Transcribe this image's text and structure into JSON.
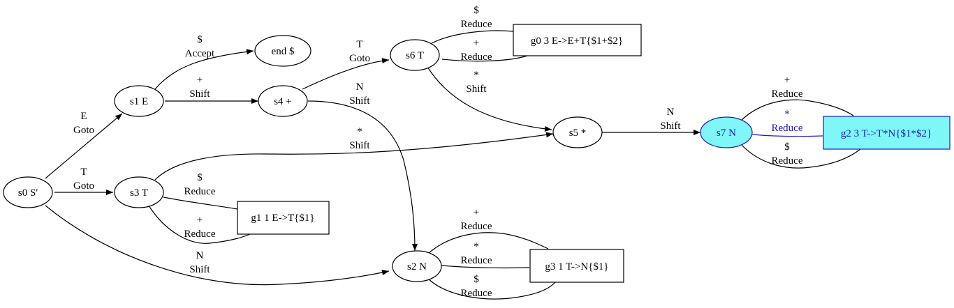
{
  "colors": {
    "highlight_fill": "#7ff7f9",
    "highlight_stroke": "#1a1acc"
  },
  "nodes": {
    "s0": "s0 S'",
    "s1": "s1 E",
    "s3": "s3 T",
    "s4": "s4 +",
    "s6": "s6 T",
    "s5": "s5 *",
    "s2": "s2 N",
    "s7": "s7 N",
    "end": "end $",
    "g0": "g0 3 E->E+T{$1+$2}",
    "g1": "g1 1 E->T{$1}",
    "g2": "g2 3 T->T*N{$1*$2}",
    "g3": "g3 1 T->N{$1}"
  },
  "edges": {
    "s0_s1": [
      "E",
      "Goto"
    ],
    "s0_s3": [
      "T",
      "Goto"
    ],
    "s0_s2": [
      "N",
      "Shift"
    ],
    "s1_end": [
      "$",
      "Accept"
    ],
    "s1_s4": [
      "+",
      "Shift"
    ],
    "s4_s6": [
      "T",
      "Goto"
    ],
    "s4_s2": [
      "N",
      "Shift"
    ],
    "s3_s5": [
      "*",
      "Shift"
    ],
    "s3_g1_dollar": [
      "$",
      "Reduce"
    ],
    "s3_g1_plus": [
      "+",
      "Reduce"
    ],
    "s6_g0_dollar": [
      "$",
      "Reduce"
    ],
    "s6_g0_plus": [
      "+",
      "Reduce"
    ],
    "s6_s5": [
      "*",
      "Shift"
    ],
    "s5_s7": [
      "N",
      "Shift"
    ],
    "s7_g2_plus": [
      "+",
      "Reduce"
    ],
    "s7_g2_star": [
      "*",
      "Reduce"
    ],
    "s7_g2_dollar": [
      "$",
      "Reduce"
    ],
    "s2_g3_plus": [
      "+",
      "Reduce"
    ],
    "s2_g3_star": [
      "*",
      "Reduce"
    ],
    "s2_g3_dollar": [
      "$",
      "Reduce"
    ]
  }
}
